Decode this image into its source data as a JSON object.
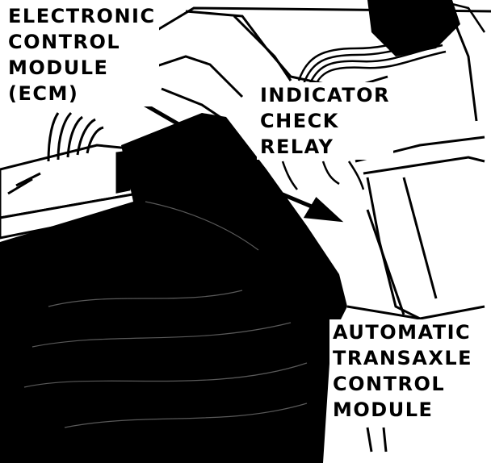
{
  "callouts": {
    "ecm": [
      "ELECTRONIC",
      "CONTROL",
      "MODULE",
      "(ECM)"
    ],
    "relay": [
      "INDICATOR",
      "CHECK",
      "RELAY"
    ],
    "tcm": [
      "AUTOMATIC",
      "TRANSAXLE",
      "CONTROL",
      "MODULE"
    ]
  },
  "colors": {
    "ink": "#000000",
    "paper": "#ffffff"
  }
}
